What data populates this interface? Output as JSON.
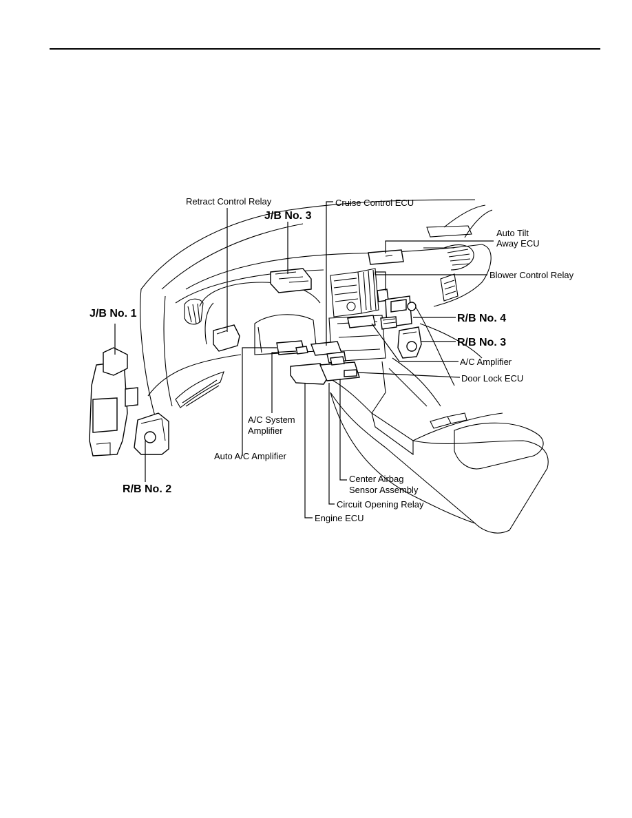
{
  "labels": {
    "retract_control_relay": "Retract Control Relay",
    "cruise_control_ecu": "Cruise Control ECU",
    "jb_no3": "J/B No. 3",
    "auto_tilt_line1": "Auto Tilt",
    "auto_tilt_line2": "Away ECU",
    "blower_control_relay": "Blower Control Relay",
    "jb_no1": "J/B No. 1",
    "rb_no4": "R/B No. 4",
    "rb_no3": "R/B No. 3",
    "ac_amplifier": "A/C Amplifier",
    "door_lock_ecu": "Door Lock ECU",
    "ac_system_line1": "A/C System",
    "ac_system_line2": "Amplifier",
    "auto_ac_amplifier": "Auto A/C Amplifier",
    "rb_no2": "R/B No. 2",
    "center_airbag_line1": "Center Airbag",
    "center_airbag_line2": "Sensor Assembly",
    "circuit_opening_relay": "Circuit Opening Relay",
    "engine_ecu": "Engine ECU"
  }
}
